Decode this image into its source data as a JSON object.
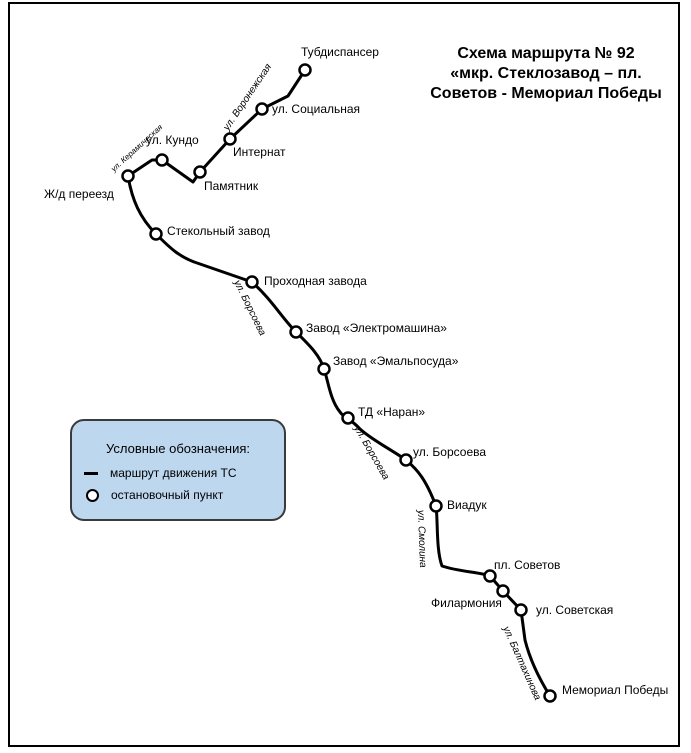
{
  "title": {
    "line1": "Схема маршрута № 92",
    "line2": "«мкр. Стеклозавод – пл.",
    "line3": "Советов - Мемориал Победы"
  },
  "stops": [
    {
      "id": "tubdispanser",
      "label": "Тубдиспансер"
    },
    {
      "id": "socialnaya",
      "label": "ул. Социальная"
    },
    {
      "id": "internat",
      "label": "Интернат"
    },
    {
      "id": "pamyatnik",
      "label": "Памятник"
    },
    {
      "id": "kundo",
      "label": "ул. Кундо"
    },
    {
      "id": "zhd",
      "label": "Ж/д переезд"
    },
    {
      "id": "steklozavod",
      "label": "Стекольный завод"
    },
    {
      "id": "prohodnaya",
      "label": "Проходная завода"
    },
    {
      "id": "elektromashina",
      "label": "Завод «Электромашина»"
    },
    {
      "id": "emalposuda",
      "label": "Завод «Эмальпосуда»"
    },
    {
      "id": "naran",
      "label": "ТД «Наран»"
    },
    {
      "id": "borsoeva",
      "label": "ул. Борсоева"
    },
    {
      "id": "viaduk",
      "label": "Виадук"
    },
    {
      "id": "pl_sovetov",
      "label": "пл. Советов"
    },
    {
      "id": "filarmonia",
      "label": "Филармония"
    },
    {
      "id": "sovetskaya",
      "label": "ул. Советская"
    },
    {
      "id": "memorial",
      "label": "Мемориал Победы"
    }
  ],
  "streets": {
    "voronezhskaya": "ул. Воронежская",
    "keramicheskaya": "ул. Керамическая",
    "borsoeva_1": "ул. Борсоева",
    "borsoeva_2": "ул. Борсоева",
    "smolina": "ул. Смолина",
    "baltakhinova": "ул. Балтахинова"
  },
  "legend": {
    "title": "Условные обозначения:",
    "route": "маршрут движения ТС",
    "stop": "остановочный пункт"
  }
}
